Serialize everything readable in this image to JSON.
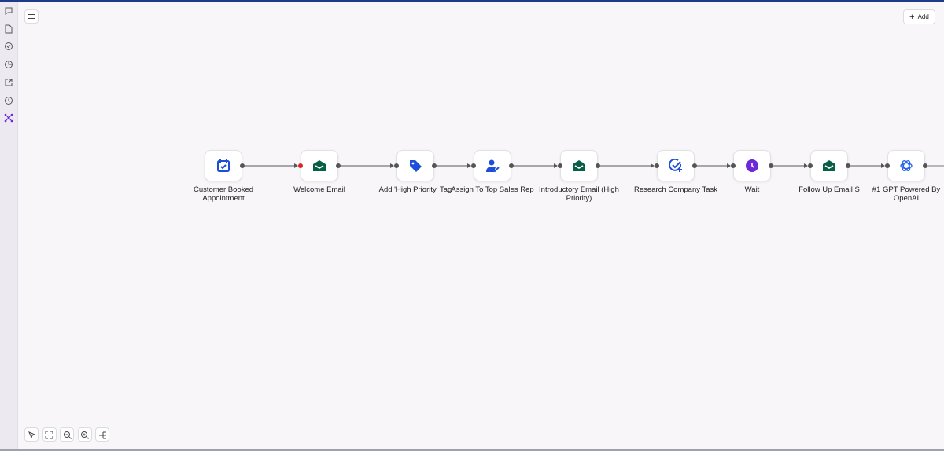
{
  "sidebar": {
    "items": [
      {
        "icon": "chat-icon"
      },
      {
        "icon": "file-icon"
      },
      {
        "icon": "check-circle-icon"
      },
      {
        "icon": "pie-chart-icon"
      },
      {
        "icon": "external-link-icon"
      },
      {
        "icon": "history-icon"
      },
      {
        "icon": "workflow-icon",
        "active": true
      }
    ]
  },
  "toolbar": {
    "add_label": "Add"
  },
  "workflow": {
    "nodes": [
      {
        "label": "Customer Booked Appointment",
        "icon": "calendar-check-icon",
        "color": "#1d4ed8"
      },
      {
        "label": "Welcome Email",
        "icon": "email-open-icon",
        "color": "#065f46",
        "input_dot_color": "#dc2626"
      },
      {
        "label": "Add 'High Priority' Tag",
        "icon": "tag-icon",
        "color": "#1d4ed8"
      },
      {
        "label": "Assign To Top Sales Rep",
        "icon": "user-check-icon",
        "color": "#1d4ed8"
      },
      {
        "label": "Introductory Email (High Priority)",
        "icon": "email-open-icon",
        "color": "#065f46"
      },
      {
        "label": "Research Company Task",
        "icon": "task-add-icon",
        "color": "#1d4ed8"
      },
      {
        "label": "Wait",
        "icon": "clock-icon",
        "color": "#6d28d9"
      },
      {
        "label": "Follow Up Email S",
        "icon": "email-open-icon",
        "color": "#065f46"
      },
      {
        "label": "#1 GPT Powered By OpenAI",
        "icon": "openai-icon",
        "color": "#2563eb"
      }
    ]
  },
  "controls": [
    {
      "icon": "pointer-icon"
    },
    {
      "icon": "fit-view-icon"
    },
    {
      "icon": "zoom-out-icon"
    },
    {
      "icon": "zoom-in-icon"
    },
    {
      "icon": "auto-layout-icon"
    }
  ]
}
